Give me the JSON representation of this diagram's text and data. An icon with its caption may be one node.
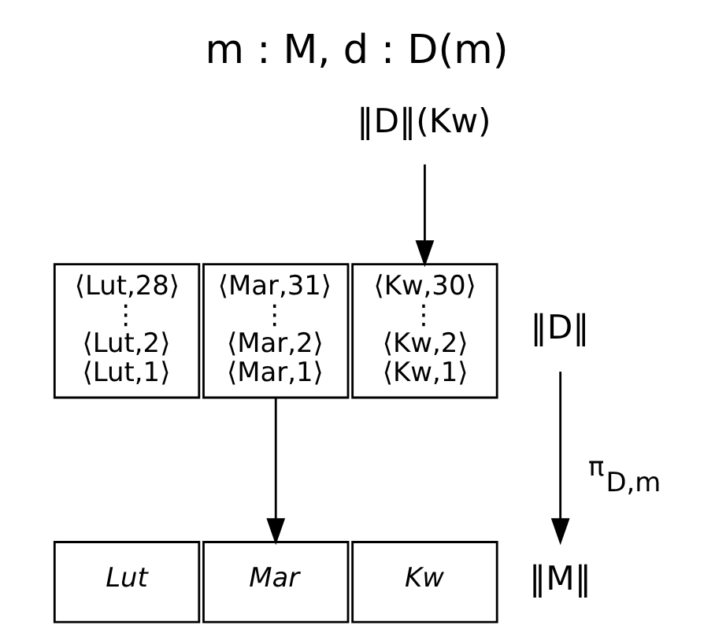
{
  "diagram": {
    "title": "m : M, d : D(m)",
    "nodes": [
      {
        "text": [
          "⟨Lut,28⟩",
          "⋮",
          "⟨Lut,2⟩",
          "⟨Lut,1⟩"
        ]
      },
      {
        "text": [
          "⟨Mar,31⟩",
          "⋮",
          "⟨Mar,2⟩",
          "⟨Mar,1⟩"
        ]
      },
      {
        "text": [
          "⟨Kw,30⟩",
          "⋮",
          "⟨Kw,2⟩",
          "⟨Kw,1⟩"
        ]
      },
      {
        "text": [
          "Lut"
        ]
      },
      {
        "text": [
          "Mar"
        ]
      },
      {
        "text": [
          "Kw"
        ]
      },
      {
        "text": [
          "‖D‖(Kw)"
        ]
      },
      {
        "text": [
          "‖D‖"
        ]
      },
      {
        "text": [
          "‖M‖"
        ]
      }
    ],
    "edges": [
      {
        "from": 6,
        "to": 2,
        "arrow": "to"
      },
      {
        "from": 1,
        "to": 4,
        "arrow": "to"
      },
      {
        "from": 7,
        "to": 8,
        "arrow": "to",
        "label": "π$_{D,m}$"
      }
    ]
  }
}
